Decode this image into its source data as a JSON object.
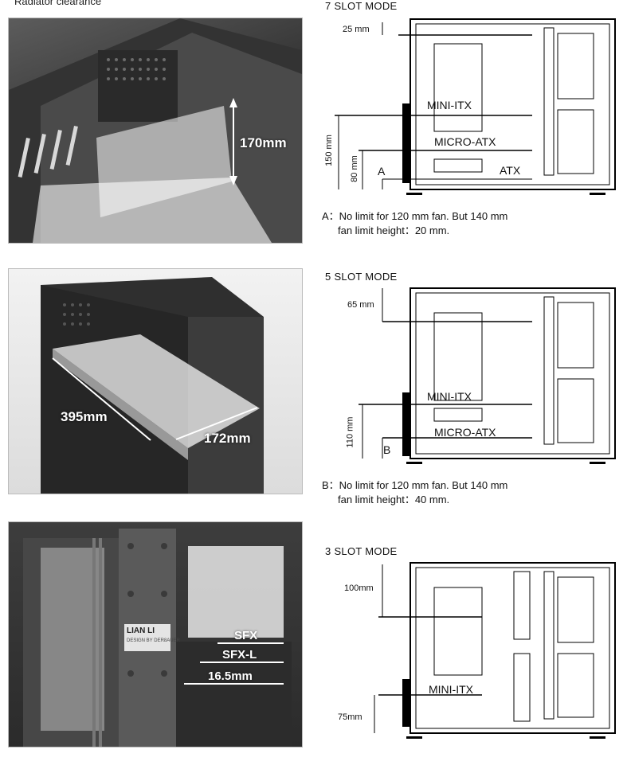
{
  "cutoff_text": "Radiator clearance",
  "photos": {
    "top": {
      "measurement": "170mm"
    },
    "middle": {
      "depth": "395mm",
      "width": "172mm"
    },
    "bottom": {
      "brand": "LIAN LI",
      "sub": "DESIGN BY DER8AUER",
      "psu_labels": [
        "SFX",
        "SFX-L",
        "16.5mm"
      ]
    }
  },
  "modes": [
    {
      "title": "7 SLOT  MODE",
      "dims": [
        "25 mm",
        "150 mm",
        "80 mm",
        "A"
      ],
      "boards": [
        "MINI-ITX",
        "MICRO-ATX",
        "ATX"
      ]
    },
    {
      "title": "5 SLOT  MODE",
      "dims": [
        "65 mm",
        "110 mm",
        "B"
      ],
      "boards": [
        "MINI-ITX",
        "MICRO-ATX"
      ]
    },
    {
      "title": "3 SLOT  MODE",
      "dims": [
        "100mm",
        "75mm"
      ],
      "boards": [
        "MINI-ITX"
      ]
    }
  ],
  "notes": {
    "a_line1": "A：No limit  for 120 mm fan. But 140 mm",
    "a_line2": "fan limit height：20 mm.",
    "b_line1": "B：No limit for 120 mm fan. But 140 mm",
    "b_line2": "fan limit height：40 mm."
  }
}
